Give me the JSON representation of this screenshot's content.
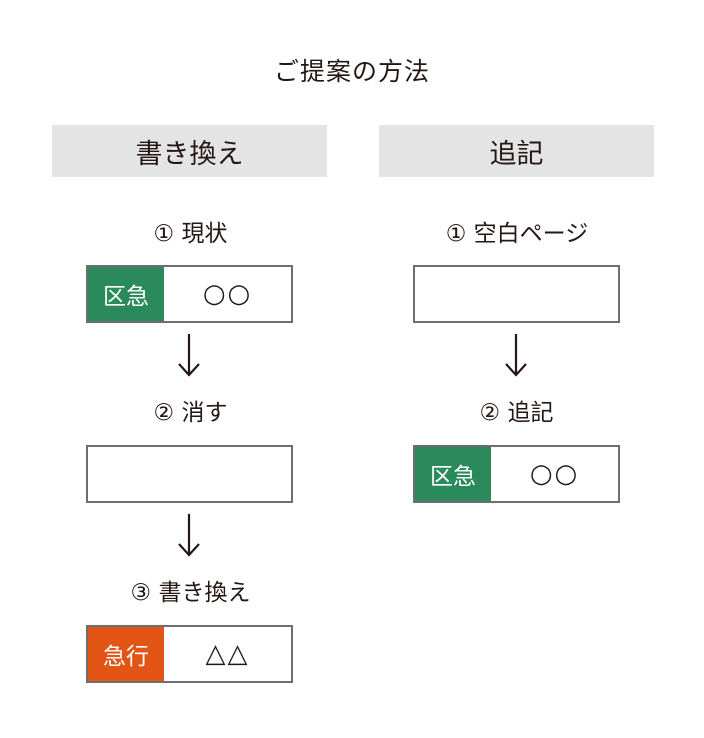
{
  "title": "ご提案の方法",
  "colors": {
    "green": "#2a8a5c",
    "orange": "#e25514",
    "header_bg": "#e4e4e4",
    "border": "#6e6e6e"
  },
  "left": {
    "header": "書き換え",
    "steps": [
      {
        "label": "① 現状",
        "box": {
          "tag": "区急",
          "value": "○○"
        }
      },
      {
        "label": "② 消す"
      },
      {
        "label": "③ 書き換え",
        "box": {
          "tag": "急行",
          "value": "△△"
        }
      }
    ]
  },
  "right": {
    "header": "追記",
    "steps": [
      {
        "label": "① 空白ページ"
      },
      {
        "label": "② 追記",
        "box": {
          "tag": "区急",
          "value": "○○"
        }
      }
    ]
  }
}
